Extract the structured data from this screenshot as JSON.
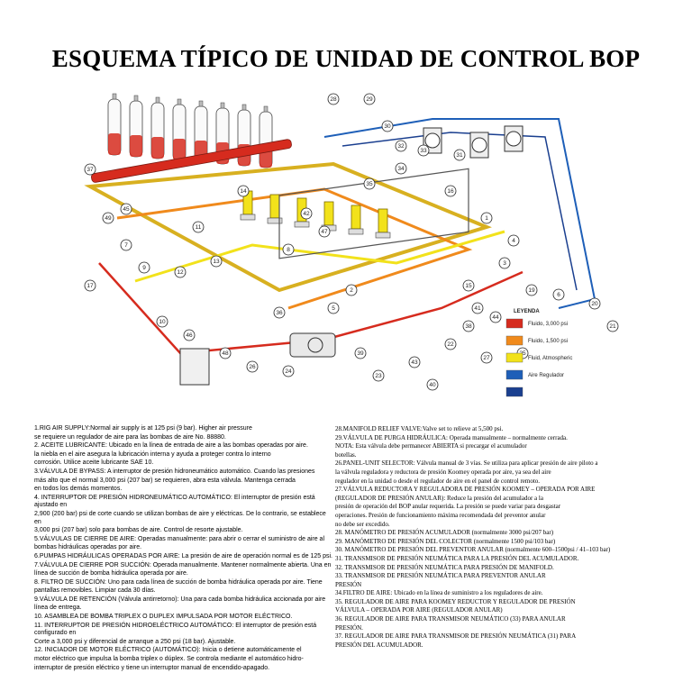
{
  "title": "ESQUEMA TÍPICO DE UNIDAD DE CONTROL BOP",
  "colors": {
    "fluid_3000": "#d62b1e",
    "fluid_1500": "#f08a1c",
    "atmospheric": "#f2e21b",
    "air_regulator": "#1e5fb8",
    "air_pressure": "#1a3f8f"
  },
  "legend": {
    "heading": "LEYENDA",
    "items": [
      {
        "label": "Fluido, 3,000 psi",
        "color": "#d62b1e"
      },
      {
        "label": "Fluido, 1,500 psi",
        "color": "#f08a1c"
      },
      {
        "label": "Fluid, Atmospheric",
        "color": "#f2e21b"
      },
      {
        "label": "Aire Regulador",
        "color": "#1e5fb8"
      },
      {
        "label": "",
        "color": "#1a3f8f"
      }
    ]
  },
  "callouts": [
    "37",
    "45",
    "49",
    "17",
    "28",
    "29",
    "30",
    "32",
    "33",
    "31",
    "34",
    "35",
    "11",
    "14",
    "42",
    "47",
    "7",
    "8",
    "9",
    "12",
    "13",
    "2",
    "5",
    "36",
    "16",
    "1",
    "4",
    "3",
    "15",
    "41",
    "10",
    "46",
    "48",
    "26",
    "24",
    "39",
    "23",
    "43",
    "40",
    "22",
    "38",
    "44",
    "19",
    "6",
    "20",
    "21",
    "25",
    "27"
  ],
  "notes_left": [
    "1.RIG AIR SUPPLY:Normal air supply is at 125 psi (9 bar). Higher air pressure",
    "se requiere un regulador de aire para las bombas de aire No. 88880.",
    "2. ACEITE LUBRICANTE: Ubicado en la línea de entrada de aire a las bombas operadas por aire.",
    "la niebla en el aire asegura la lubricación interna y ayuda a proteger contra lo interno",
    "corrosión. Utilice aceite lubricante SAE 10.",
    "3.VÁLVULA DE BYPASS: A interruptor de presión hidroneumático automático. Cuando las presiones",
    "más alto que el normal 3,000 psi (207 bar) se requieren, abra esta válvula. Mantenga cerrada",
    "en todos los demás momentos.",
    "4. INTERRUPTOR DE PRESIÓN HIDRONEUMÁTICO AUTOMÁTICO: El interruptor de presión está ajustado en",
    "2,900 (200 bar) psi de corte cuando se utilizan bombas de aire y eléctricas. De lo contrario, se establece en",
    "3,000 psi (207 bar) solo para bombas de aire. Control de resorte ajustable.",
    "5.VÁLVULAS DE CIERRE DE AIRE: Operadas manualmente: para abrir o cerrar el suministro de aire al",
    "bombas hidráulicas operadas por aire.",
    "6.PUMPAS HIDRÁULICAS OPERADAS POR AIRE: La presión de aire de operación normal es de 125 psi.",
    "7.VÁLVULA DE CIERRE POR SUCCIÓN: Operada manualmente. Mantener normalmente abierta. Una en",
    "línea de succión de bomba hidráulica operada por aire.",
    "8. FILTRO DE SUCCIÓN: Uno para cada línea de succión de bomba hidráulica operada por aire. Tiene",
    "pantallas removibles. Limpiar cada 30 días.",
    "9.VÁLVULA DE RETENCIÓN (Válvula antirretorno): Una para cada bomba hidráulica accionada por aire",
    "línea de entrega.",
    "10. ASAMBLEA DE BOMBA TRIPLEX O DUPLEX IMPULSADA POR MOTOR ELÉCTRICO.",
    "11. INTERRUPTOR DE PRESIÓN HIDROELÉCTRICO AUTOMÁTICO: El interruptor de presión está configurado en",
    "Corte a 3,000 psi y diferencial de arranque a 250 psi (18 bar). Ajustable.",
    "12. INICIADOR DE MOTOR ELÉCTRICO (AUTOMÁTICO): Inicia o detiene automáticamente el",
    "motor eléctrico que impulsa la bomba triplex o dúplex. Se controla mediante el automático hidro-",
    "interruptor de presión eléctrico y tiene un interruptor manual de encendido-apagado."
  ],
  "notes_right": [
    "28.MANIFOLD RELIEF VALVE:Valve set to relieve at 5,500 psi.",
    "29.VÁLVULA DE PURGA HIDRÁULICA: Operada manualmente – normalmente cerrada.",
    "NOTA: Esta válvula debe permanecer ABIERTA si precargar el acumulador",
    "botellas.",
    "26.PANEL-UNIT SELECTOR: Válvula manual de 3 vías. Se utiliza para aplicar presión de aire piloto a",
    "la válvula reguladora y reductora de presión Koomey operada por aire, ya sea del aire",
    "regulador en la unidad o desde el regulador de aire en el panel de control remoto.",
    "27.VÁLVULA REDUCTORA Y REGULADORA DE PRESIÓN KOOMEY – OPERADA POR AIRE",
    "(REGULADOR DE PRESIÓN ANULAR): Reduce la presión del acumulador a la",
    "presión de operación del BOP anular requerida. La presión se puede variar para desgastar",
    "operaciones. Presión de funcionamiento máxima recomendada del preventor anular",
    "no debe ser excedido.",
    "28. MANÓMETRO DE PRESIÓN ACUMULADOR (normalmente 3000 psi/207 bar)",
    "29. MANÓMETRO DE PRESIÓN DEL COLECTOR (normalmente 1500 psi/103 bar)",
    "30. MANÓMETRO DE PRESIÓN DEL PREVENTOR ANULAR (normalmente 600–1500psi / 41–103 bar)",
    "31. TRANSMISOR DE PRESIÓN NEUMÁTICA PARA LA PRESIÓN DEL ACUMULADOR.",
    "32. TRANSMISOR DE PRESIÓN NEUMÁTICA PARA PRESIÓN DE MANIFOLD.",
    "33. TRANSMISOR DE PRESIÓN NEUMÁTICA PARA PREVENTOR ANULAR",
    "PRESIÓN",
    "34.FILTRO DE AIRE: Ubicado en la línea de suministro a los reguladores de aire.",
    "35. REGULADOR DE AIRE PARA KOOMEY REDUCTOR Y REGULADOR DE PRESIÓN",
    "VÁLVULA – OPERADA POR AIRE (REGULADOR ANULAR)",
    "36. REGULADOR DE AIRE PARA TRANSMISOR NEUMÁTICO (33) PARA ANULAR",
    "PRESIÓN.",
    "37. REGULADOR DE AIRE PARA TRANSMISOR DE PRESIÓN NEUMÁTICA (31) PARA",
    "PRESIÓN DEL ACUMULADOR."
  ]
}
